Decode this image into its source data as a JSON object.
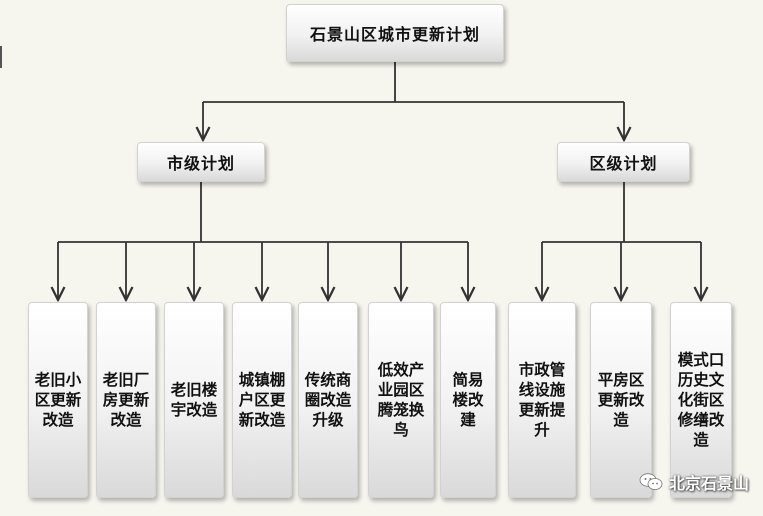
{
  "root": {
    "label": "石景山区城市更新计划"
  },
  "branches": [
    {
      "label": "市级计划",
      "children": [
        "老旧小区更新改造",
        "老旧厂房更新改造",
        "老旧楼宇改造",
        "城镇棚户区更新改造",
        "传统商圈改造升级",
        "低效产业园区腾笼换鸟",
        "简易楼改建"
      ]
    },
    {
      "label": "区级计划",
      "children": [
        "市政管线设施更新提升",
        "平房区更新改造",
        "模式口历史文化街区修缮改造"
      ]
    }
  ],
  "watermark": {
    "text": "北京石景山",
    "icon": "wechat-icon"
  },
  "colors": {
    "background": "#f6f5ee",
    "line": "#333333",
    "box_top": "#ffffff",
    "box_bottom": "#d9d9d9"
  }
}
